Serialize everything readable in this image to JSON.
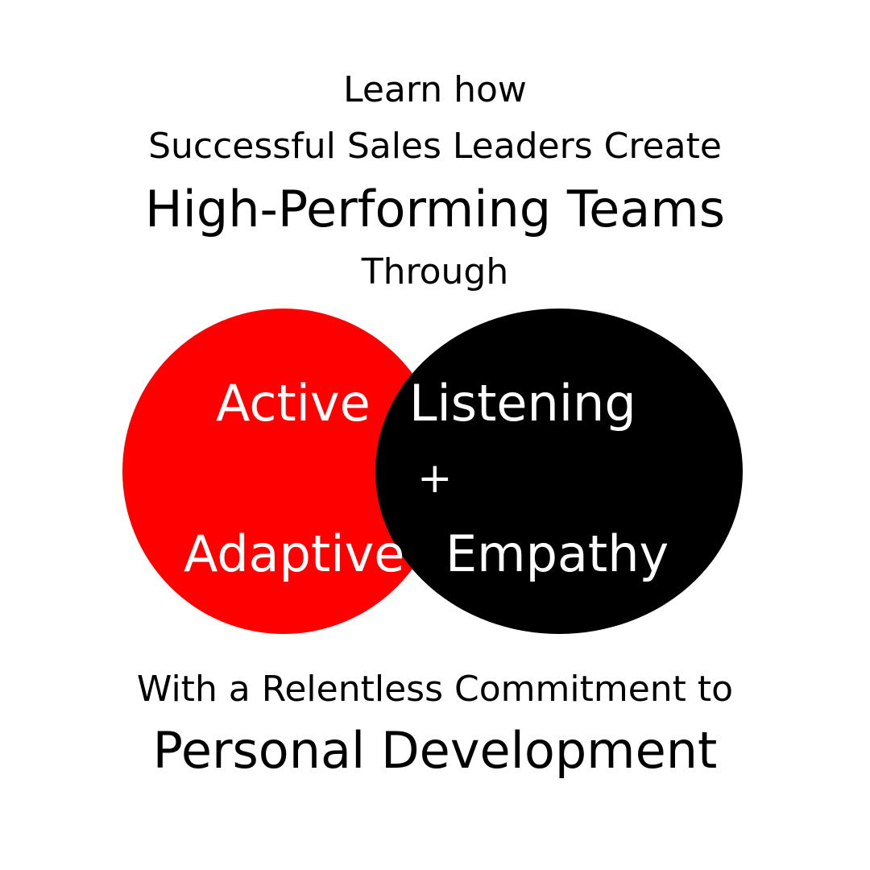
{
  "header": {
    "line1": "Learn how",
    "line2": "Successful Sales Leaders Create",
    "line3": "High-Performing Teams",
    "line4": "Through"
  },
  "venn": {
    "left_circle_color": "#ff0000",
    "right_circle_color": "#000000",
    "text_color": "#ffffff",
    "word_active": "Active",
    "word_listening": "Listening",
    "plus": "+",
    "word_adaptive": "Adaptive",
    "word_empathy": "Empathy"
  },
  "footer": {
    "line1": "With a Relentless Commitment to",
    "line2": "Personal Development"
  }
}
